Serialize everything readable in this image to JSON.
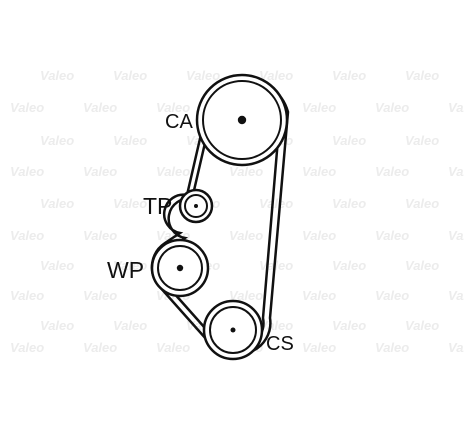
{
  "watermark": {
    "text": "Valeo",
    "color": "#d9d9d9"
  },
  "line_color": "#111111",
  "pulleys": [
    {
      "id": "ca",
      "label": "CA"
    },
    {
      "id": "tp",
      "label": "TP"
    },
    {
      "id": "wp",
      "label": "WP"
    },
    {
      "id": "cs",
      "label": "CS"
    }
  ]
}
